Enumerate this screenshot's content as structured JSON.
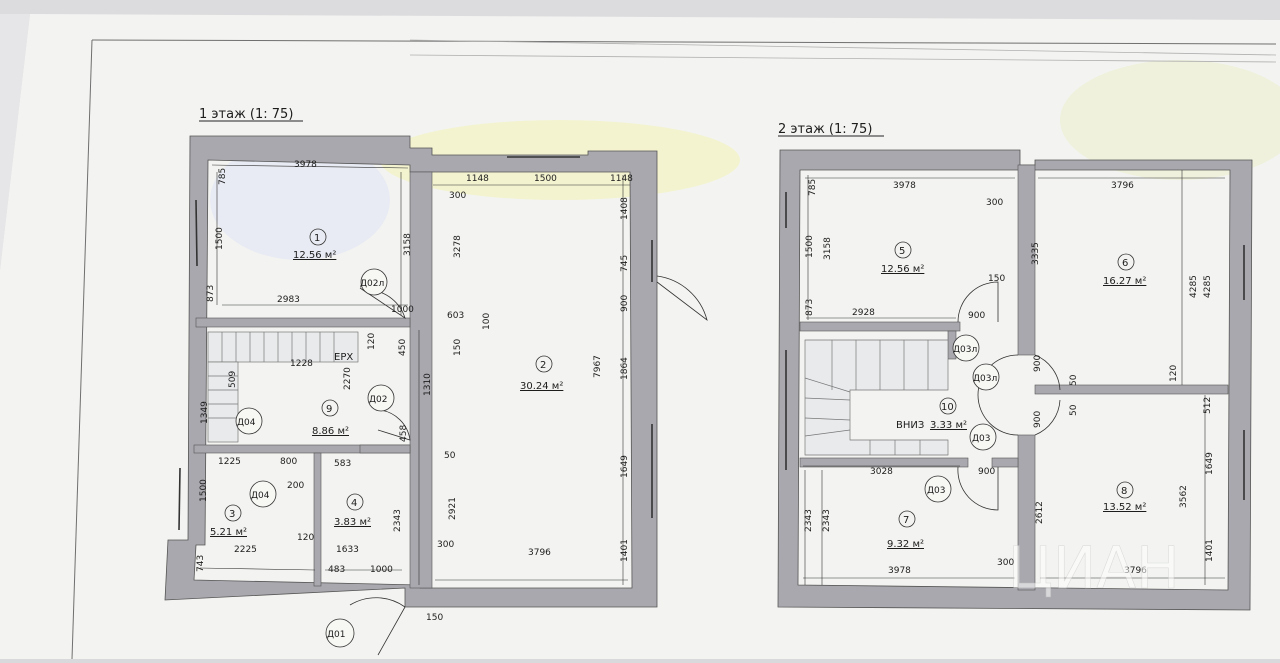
{
  "plans": [
    {
      "title": "1 этаж (1: 75)",
      "rooms": [
        {
          "num": "1",
          "area": "12.56 м²"
        },
        {
          "num": "2",
          "area": "30.24 м²"
        },
        {
          "num": "3",
          "area": "5.21 м²"
        },
        {
          "num": "4",
          "area": "3.83 м²"
        },
        {
          "num": "9",
          "area": "8.86 м²"
        }
      ],
      "doors": [
        "Д01",
        "Д02",
        "Д02л",
        "Д04",
        "Д04"
      ],
      "labels": {
        "stair": "ЕРХ"
      },
      "dims": [
        "3978",
        "1148",
        "1500",
        "1148",
        "785",
        "1500",
        "873",
        "2983",
        "3158",
        "300",
        "1000",
        "3278",
        "1408",
        "745",
        "900",
        "1864",
        "7967",
        "1649",
        "1401",
        "603",
        "100",
        "1310",
        "450",
        "150",
        "120",
        "458",
        "50",
        "583",
        "800",
        "1225",
        "200",
        "1500",
        "2225",
        "120",
        "743",
        "1633",
        "2343",
        "483",
        "1000",
        "150",
        "3796",
        "300",
        "2921",
        "1228",
        "2270",
        "1349",
        "509"
      ]
    },
    {
      "title": "2 этаж (1: 75)",
      "rooms": [
        {
          "num": "5",
          "area": "12.56 м²"
        },
        {
          "num": "6",
          "area": "16.27 м²"
        },
        {
          "num": "7",
          "area": "9.32 м²"
        },
        {
          "num": "8",
          "area": "13.52 м²"
        },
        {
          "num": "10",
          "area": "3.33 м²"
        }
      ],
      "doors": [
        "Д03л",
        "Д03л",
        "Д03",
        "Д03"
      ],
      "labels": {
        "stair": "ВНИЗ"
      },
      "dims": [
        "3978",
        "3796",
        "785",
        "1500",
        "873",
        "3158",
        "300",
        "150",
        "2928",
        "900",
        "3335",
        "4285",
        "4285",
        "120",
        "50",
        "900",
        "900",
        "50",
        "512",
        "1649",
        "3028",
        "900",
        "2343",
        "2343",
        "2612",
        "3562",
        "1401",
        "3978",
        "300",
        "3796"
      ]
    }
  ],
  "watermark": "ЦИАН"
}
